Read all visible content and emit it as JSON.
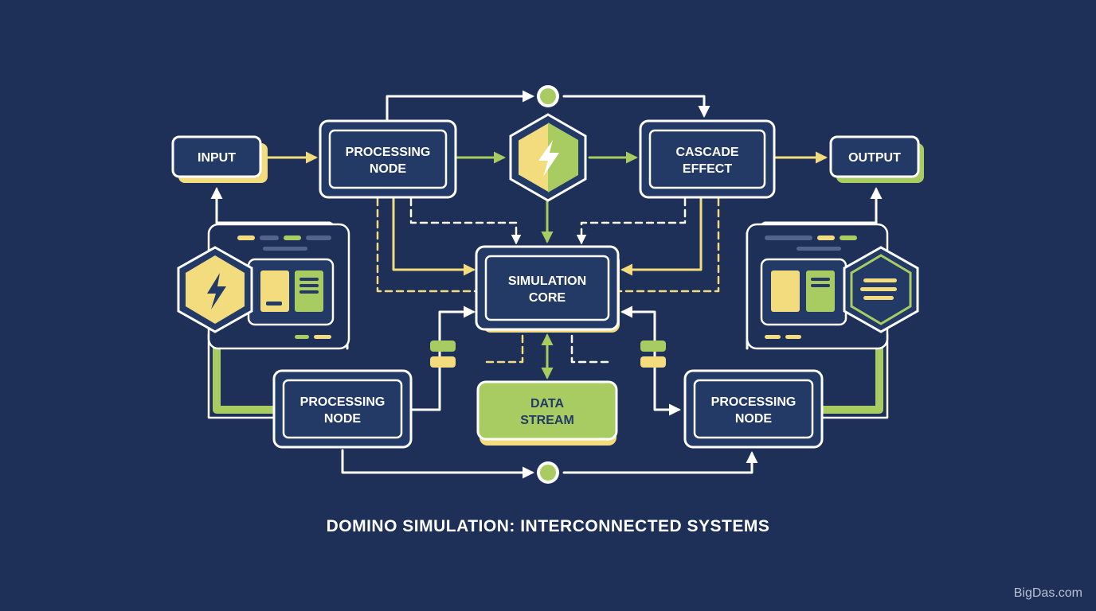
{
  "title": "DOMINO SIMULATION: INTERCONNECTED SYSTEMS",
  "watermark": "BigDas.com",
  "colors": {
    "background": "#1e3057",
    "node_fill": "#233a66",
    "outline": "#ffffff",
    "accent_yellow": "#f2dc7e",
    "accent_green": "#a8cc62",
    "data_stream_fill": "#a8cc62"
  },
  "nodes": {
    "input": {
      "label": "INPUT"
    },
    "processing_top": {
      "line1": "PROCESSING",
      "line2": "NODE"
    },
    "cascade": {
      "line1": "CASCADE",
      "line2": "EFFECT"
    },
    "output": {
      "label": "OUTPUT"
    },
    "core": {
      "line1": "SIMULATION",
      "line2": "CORE"
    },
    "data_stream": {
      "line1": "DATA",
      "line2": "STREAM"
    },
    "processing_left": {
      "line1": "PROCESSING",
      "line2": "NODE"
    },
    "processing_right": {
      "line1": "PROCESSING",
      "line2": "NODE"
    }
  },
  "icons": {
    "center_hexagon": "lightning-bolt-icon",
    "left_panel_hexagon": "lightning-bolt-icon",
    "right_panel_hexagon": "text-lines-icon"
  }
}
